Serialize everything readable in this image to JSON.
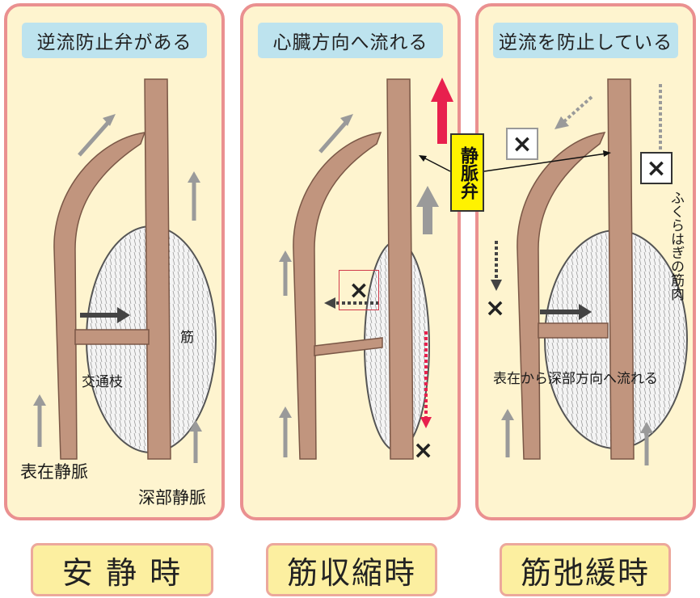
{
  "panels": [
    {
      "title": "逆流防止弁がある",
      "footer": "安 静 時"
    },
    {
      "title": "心臓方向へ流れる",
      "footer": "筋収縮時"
    },
    {
      "title": "逆流を防止している",
      "footer": "筋弛緩時"
    }
  ],
  "labels": {
    "muscle": "筋",
    "communicating_branch": "交通枝",
    "superficial_vein": "表在静脈",
    "deep_vein": "深部静脈",
    "venous_valve": "静脈弁",
    "calf_muscle": "ふくらはぎの筋肉",
    "superficial_to_deep": "表在から深部方向へ流れる",
    "blocked_mark": "×"
  },
  "colors": {
    "panel_border": "#ea9090",
    "panel_bg": "#fef4cf",
    "title_bg": "#bde3ee",
    "vein": "#c1957e",
    "arrow_gray": "#9a9a9a",
    "arrow_red": "#e8204e",
    "arrow_dark": "#444444",
    "callout_bg": "#fff200",
    "footer_bg": "#fcefa0"
  }
}
